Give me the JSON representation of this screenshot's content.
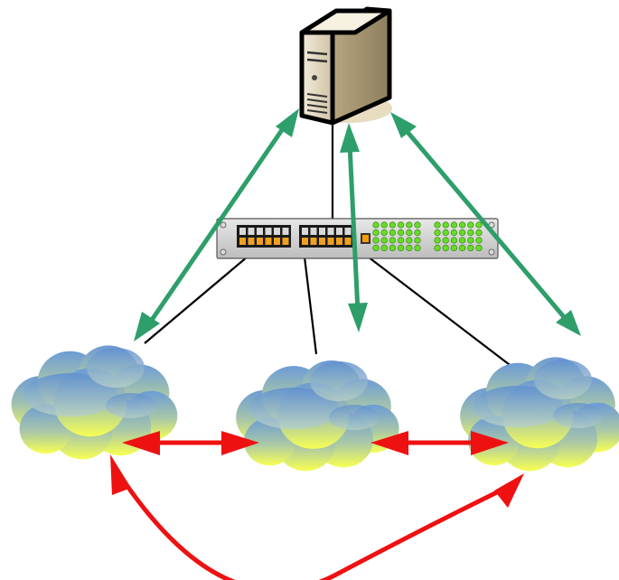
{
  "diagram": {
    "kind": "network-topology",
    "nodes": [
      {
        "id": "server",
        "icon": "server-tower-icon"
      },
      {
        "id": "switch",
        "icon": "network-switch-icon"
      },
      {
        "id": "cloud-left",
        "icon": "cloud-icon"
      },
      {
        "id": "cloud-middle",
        "icon": "cloud-icon"
      },
      {
        "id": "cloud-right",
        "icon": "cloud-icon"
      }
    ],
    "cable_links": [
      {
        "from": "server",
        "to": "switch"
      },
      {
        "from": "switch",
        "to": "cloud-left"
      },
      {
        "from": "switch",
        "to": "cloud-middle"
      },
      {
        "from": "switch",
        "to": "cloud-right"
      }
    ],
    "server_links": [
      {
        "from": "server",
        "to": "cloud-left",
        "direction": "both"
      },
      {
        "from": "server",
        "to": "cloud-middle",
        "direction": "both"
      },
      {
        "from": "server",
        "to": "cloud-right",
        "direction": "both"
      }
    ],
    "peer_links": [
      {
        "from": "cloud-left",
        "to": "cloud-middle",
        "direction": "both"
      },
      {
        "from": "cloud-middle",
        "to": "cloud-right",
        "direction": "both"
      },
      {
        "from": "cloud-left",
        "to": "cloud-right",
        "direction": "both",
        "style": "curved"
      }
    ],
    "colors": {
      "server_link": "#2e9e6a",
      "peer_link": "#ee1111",
      "cable": "#000000",
      "cloud_top": "#7ea6d8",
      "cloud_bottom": "#f7ff52",
      "switch_led": "#66dd22",
      "server_case": "#e6dcc6"
    }
  }
}
